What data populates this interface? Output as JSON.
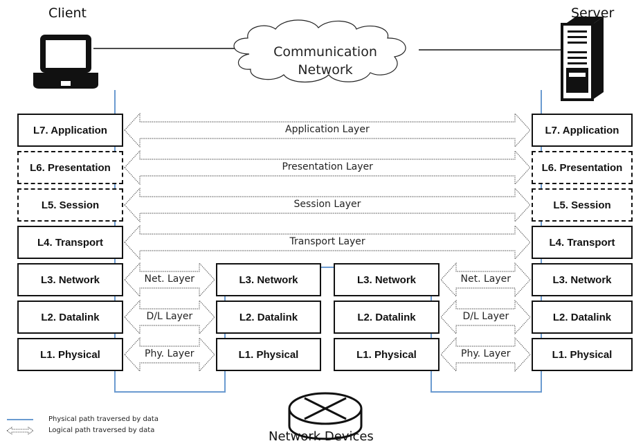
{
  "endpoints": {
    "client_label": "Client",
    "server_label": "Server"
  },
  "network": {
    "line1": "Communication",
    "line2": "Network"
  },
  "client_stack": [
    {
      "label": "L7. Application",
      "style": "solid"
    },
    {
      "label": "L6. Presentation",
      "style": "dashed"
    },
    {
      "label": "L5. Session",
      "style": "dashed"
    },
    {
      "label": "L4. Transport",
      "style": "solid"
    },
    {
      "label": "L3. Network",
      "style": "solid"
    },
    {
      "label": "L2. Datalink",
      "style": "solid"
    },
    {
      "label": "L1. Physical",
      "style": "solid"
    }
  ],
  "server_stack": [
    {
      "label": "L7. Application",
      "style": "solid"
    },
    {
      "label": "L6. Presentation",
      "style": "dashed"
    },
    {
      "label": "L5. Session",
      "style": "dashed"
    },
    {
      "label": "L4. Transport",
      "style": "solid"
    },
    {
      "label": "L3. Network",
      "style": "solid"
    },
    {
      "label": "L2. Datalink",
      "style": "solid"
    },
    {
      "label": "L1. Physical",
      "style": "solid"
    }
  ],
  "device1_stack": [
    "L3. Network",
    "L2. Datalink",
    "L1. Physical"
  ],
  "device2_stack": [
    "L3. Network",
    "L2. Datalink",
    "L1. Physical"
  ],
  "wide_arrows": [
    "Application Layer",
    "Presentation Layer",
    "Session Layer",
    "Transport Layer"
  ],
  "hop_arrows": [
    "Net. Layer",
    "D/L Layer",
    "Phy. Layer"
  ],
  "devices_label": "Network Devices",
  "legend": {
    "physical": "Physical path traversed by data",
    "logical": "Logical path traversed by data"
  },
  "colors": {
    "physical_path": "#6a9ad0",
    "box_border": "#111111"
  }
}
